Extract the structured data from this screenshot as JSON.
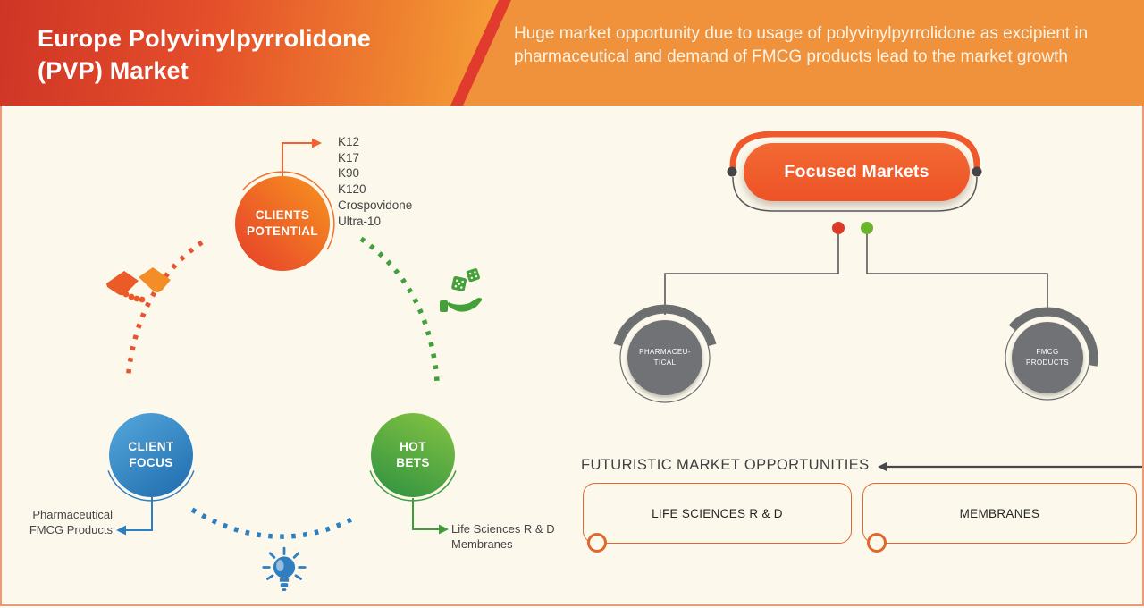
{
  "header": {
    "title_line1": "Europe Polyvinylpyrrolidone",
    "title_line2": "(PVP) Market",
    "description": "Huge market opportunity due to usage of polyvinylpyrrolidone as excipient in pharmaceutical and demand of FMCG products lead to the market growth"
  },
  "cycle": {
    "clients_potential": {
      "label_line1": "CLIENTS",
      "label_line2": "POTENTIAL",
      "items": [
        "K12",
        "K17",
        "K90",
        "K120",
        "Crospovidone",
        "Ultra-10"
      ]
    },
    "client_focus": {
      "label_line1": "CLIENT",
      "label_line2": "FOCUS",
      "items": [
        "Pharmaceutical",
        "FMCG Products"
      ]
    },
    "hot_bets": {
      "label_line1": "HOT",
      "label_line2": "BETS",
      "items": [
        "Life Sciences R & D",
        "Membranes"
      ]
    }
  },
  "focused_markets": {
    "label": "Focused Markets",
    "children": [
      {
        "line1": "PHARMACEU-",
        "line2": "TICAL"
      },
      {
        "line1": "FMCG",
        "line2": "PRODUCTS"
      }
    ]
  },
  "futuristic": {
    "heading": "FUTURISTIC MARKET OPPORTUNITIES",
    "boxes": [
      {
        "label": "LIFE SCIENCES R & D"
      },
      {
        "label": "MEMBRANES"
      }
    ]
  },
  "icons": {
    "handshake": "handshake-icon",
    "dice_in_hand": "dice-in-hand-icon",
    "lightbulb": "lightbulb-icon"
  },
  "colors": {
    "header_gradient_start": "#cf3526",
    "header_gradient_end": "#f6a637",
    "header_right": "#f0923c",
    "accent_orange": "#f0592b",
    "accent_blue": "#2e7fc0",
    "accent_green": "#3f9e3c",
    "neutral_gray": "#6d6e70",
    "background_cream": "#fcf9ec",
    "dot_red": "#dc3927",
    "dot_green": "#6cb32e"
  }
}
